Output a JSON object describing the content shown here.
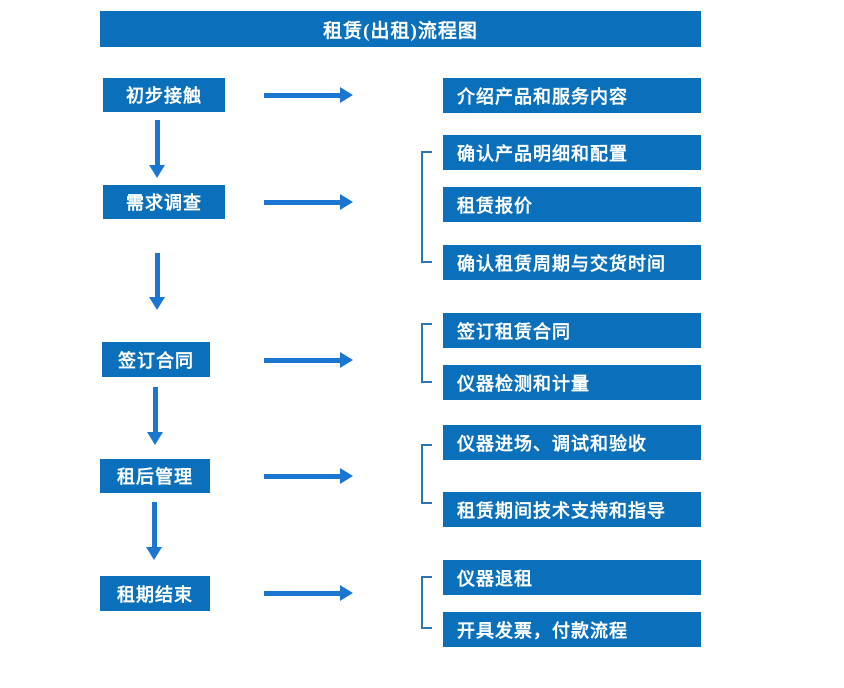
{
  "title": "租赁(出租)流程图",
  "colors": {
    "box_blue": "#0b70bc",
    "arrow_blue": "#1b76d2",
    "bracket_blue": "#2e75b6",
    "text_white": "#ffffff"
  },
  "stages": [
    {
      "label": "初步接触",
      "details": [
        "介绍产品和服务内容"
      ]
    },
    {
      "label": "需求调查",
      "details": [
        "确认产品明细和配置",
        "租赁报价",
        "确认租赁周期与交货时间"
      ]
    },
    {
      "label": "签订合同",
      "details": [
        "签订租赁合同",
        "仪器检测和计量"
      ]
    },
    {
      "label": "租后管理",
      "details": [
        "仪器进场、调试和验收",
        "租赁期间技术支持和指导"
      ]
    },
    {
      "label": "租期结束",
      "details": [
        "仪器退租",
        "开具发票，付款流程"
      ]
    }
  ]
}
